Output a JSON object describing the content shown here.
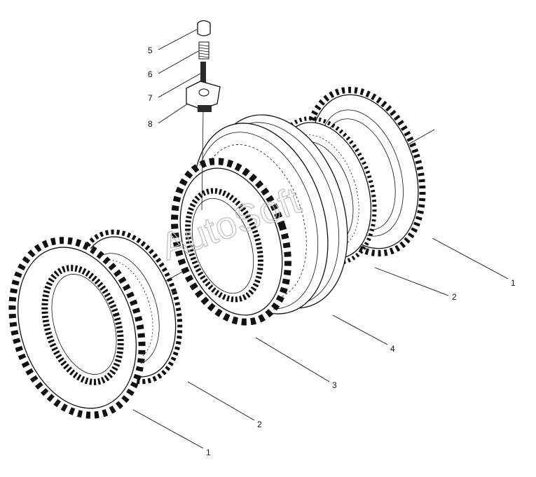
{
  "labels": {
    "p5": "5",
    "p6": "6",
    "p7": "7",
    "p8": "8",
    "p1_right": "1",
    "p2_right": "2",
    "p4": "4",
    "p3": "3",
    "p2_left": "2",
    "p1_left": "1"
  },
  "watermark": "AutoSoft"
}
